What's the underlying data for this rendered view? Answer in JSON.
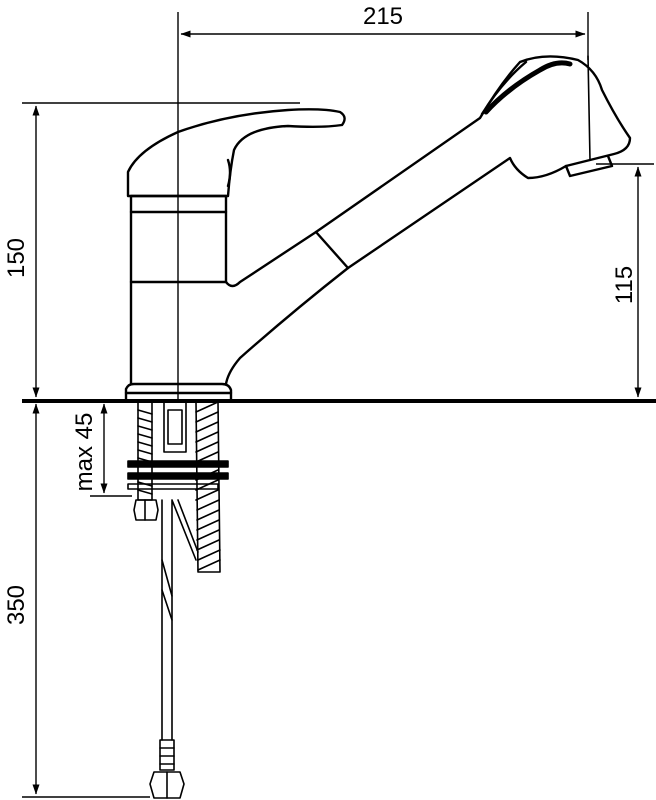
{
  "dimensions": {
    "reach": "215",
    "body_height": "150",
    "spout_height": "115",
    "max_thickness": "max 45",
    "hose_length": "350"
  },
  "colors": {
    "line": "#000000",
    "background": "#ffffff"
  }
}
